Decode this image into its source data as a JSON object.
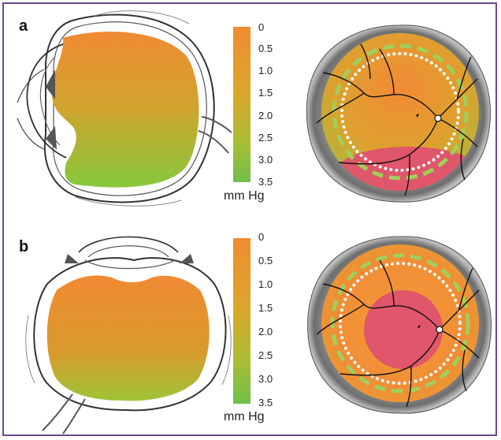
{
  "panels": [
    {
      "label": "a",
      "scale": {
        "ticks": [
          "0",
          "0.5",
          "1.0",
          "1.5",
          "2.0",
          "2.5",
          "3.0",
          "3.5"
        ],
        "unit": "mm Hg"
      }
    },
    {
      "label": "b",
      "scale": {
        "ticks": [
          "0",
          "0.5",
          "1.0",
          "1.5",
          "2.0",
          "2.5",
          "3.0",
          "3.5"
        ],
        "unit": "mm Hg"
      }
    }
  ],
  "colors": {
    "frame": "#6a4a88",
    "gradient_top": "#f08c30",
    "gradient_bottom": "#6fbf4a",
    "high_pressure_zone": "#e0566a",
    "retina_periphery": "#8a8a8a"
  }
}
